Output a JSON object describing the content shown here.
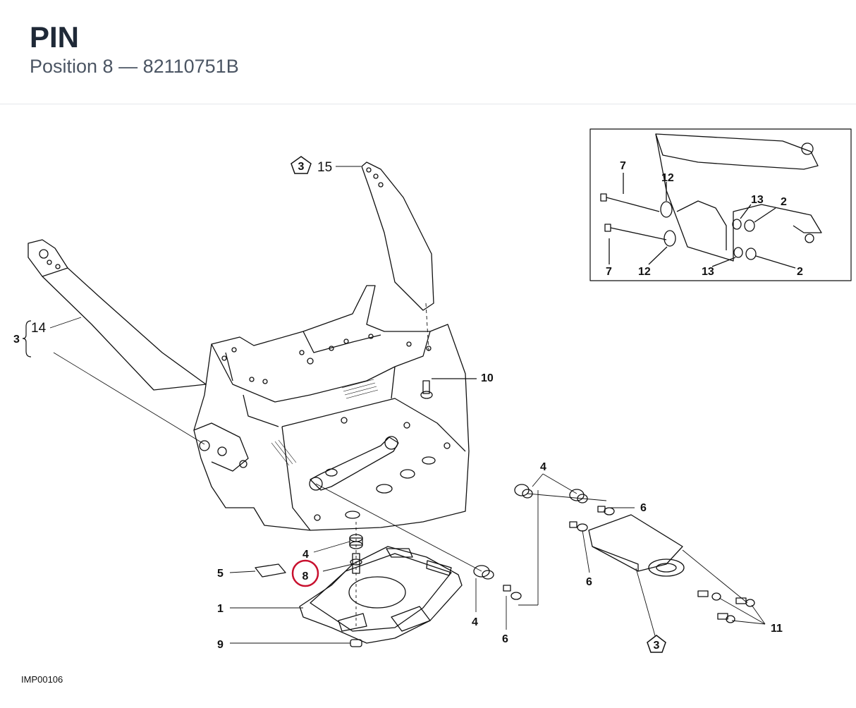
{
  "header": {
    "title": "PIN",
    "subtitle": "Position 8 — 82110751B"
  },
  "colors": {
    "highlight": "#c8102e",
    "line": "#111111"
  },
  "callouts": {
    "c1": "1",
    "c2a": "2",
    "c2b": "2",
    "c3_brace": "3",
    "c3_top": "3",
    "c3_bottom": "3",
    "c4_left": "4",
    "c4_mid": "4",
    "c4_right": "4",
    "c5": "5",
    "c6_a": "6",
    "c6_b": "6",
    "c6_c": "6",
    "c7a": "7",
    "c7b": "7",
    "c8": "8",
    "c9": "9",
    "c10": "10",
    "c11": "11",
    "c12a": "12",
    "c12b": "12",
    "c13a": "13",
    "c13b": "13",
    "c14": "14",
    "c15": "15"
  },
  "footer": {
    "image_code": "IMP00106"
  }
}
